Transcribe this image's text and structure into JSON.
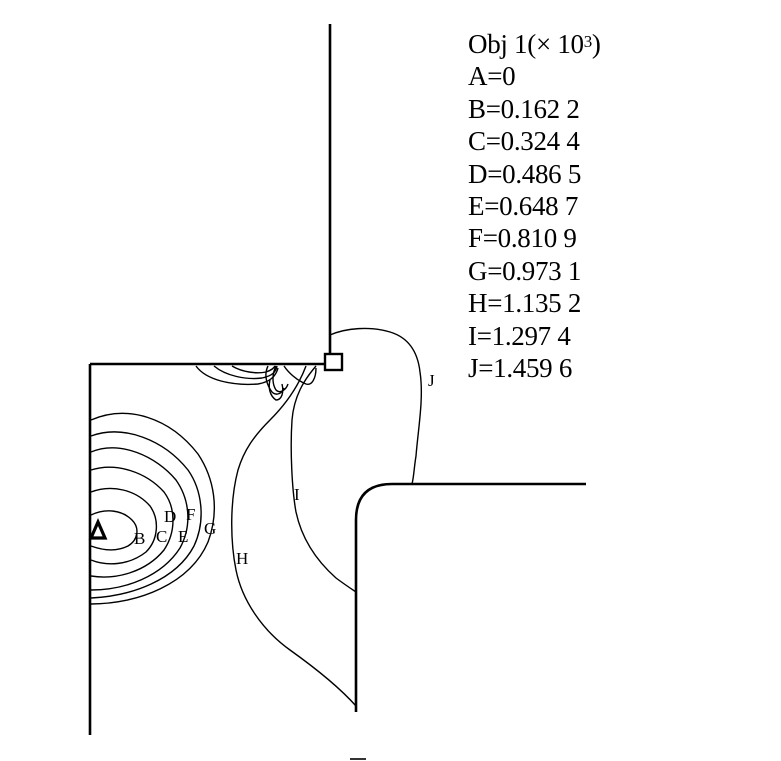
{
  "legend": {
    "title_prefix": "Obj 1(× 10",
    "title_exponent": "3",
    "title_suffix": ")",
    "levels": [
      {
        "key": "A",
        "text": "A=0",
        "value": 0
      },
      {
        "key": "B",
        "text": "B=0.162 2",
        "value": 0.1622
      },
      {
        "key": "C",
        "text": "C=0.324 4",
        "value": 0.3244
      },
      {
        "key": "D",
        "text": "D=0.486 5",
        "value": 0.4865
      },
      {
        "key": "E",
        "text": "E=0.648 7",
        "value": 0.6487
      },
      {
        "key": "F",
        "text": "F=0.810 9",
        "value": 0.8109
      },
      {
        "key": "G",
        "text": "G=0.973 1",
        "value": 0.9731
      },
      {
        "key": "H",
        "text": "H=1.135 2",
        "value": 1.1352
      },
      {
        "key": "I",
        "text": "I=1.297 4",
        "value": 1.2974
      },
      {
        "key": "J",
        "text": "J=1.459 6",
        "value": 1.4596
      }
    ]
  },
  "contour_labels": {
    "B": "B",
    "C": "C",
    "D": "D",
    "E": "E",
    "F": "F",
    "G": "G",
    "H": "H",
    "I": "I",
    "J": "J"
  },
  "markers": {
    "minimum": "triangle-marker",
    "corner": "square-marker"
  }
}
